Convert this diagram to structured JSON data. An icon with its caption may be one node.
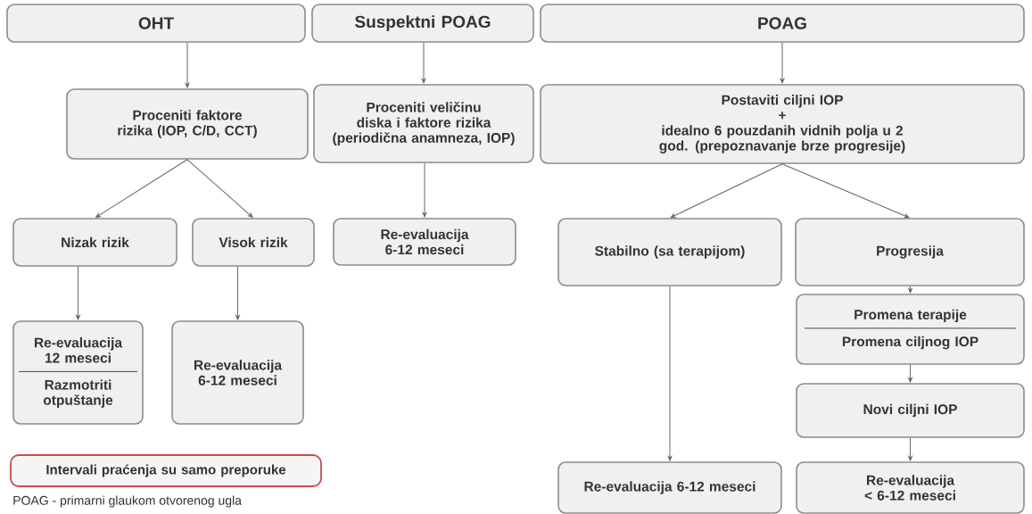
{
  "diagram": {
    "nodes": [
      {
        "text": [
          "OHT"
        ]
      },
      {
        "text": [
          "Suspektni POAG"
        ]
      },
      {
        "text": [
          "POAG"
        ]
      },
      {
        "text": [
          "Proceniti faktore rizika (IOP, C/D, CCT)"
        ]
      },
      {
        "text": [
          "Proceniti veličinu diska i faktore rizika (periodična anamneza, IOP)"
        ]
      },
      {
        "text": [
          "Postaviti ciljni IOP",
          "+",
          "idealno 6 pouzdanih vidnih polja u 2 god. (prepoznavanje brze progresije)"
        ]
      },
      {
        "text": [
          "Nizak rizik"
        ]
      },
      {
        "text": [
          "Visok rizik"
        ]
      },
      {
        "text": [
          "Re-evaluacija 6-12 meseci"
        ]
      },
      {
        "text": [
          "Stabilno (sa terapijom)"
        ]
      },
      {
        "text": [
          "Progresija"
        ]
      },
      {
        "text": [
          "Re-evaluacija 12 meseci",
          "Razmotriti otpuštanje"
        ]
      },
      {
        "text": [
          "Re-evaluacija 6-12 meseci"
        ]
      },
      {
        "text": [
          "Promena terapije",
          "Promena ciljnog IOP"
        ]
      },
      {
        "text": [
          "Novi ciljni IOP"
        ]
      },
      {
        "text": [
          "Re-evaluacija 6-12 meseci"
        ]
      },
      {
        "text": [
          "Re-evaluacija < 6-12 meseci"
        ]
      },
      {
        "text": [
          "Intervali praćenja su samo preporuke"
        ]
      }
    ],
    "edges": [
      {
        "from": 0,
        "to": 3,
        "arrow": "to"
      },
      {
        "from": 1,
        "to": 4,
        "arrow": "to"
      },
      {
        "from": 2,
        "to": 5,
        "arrow": "to"
      },
      {
        "from": 3,
        "to": 6,
        "arrow": "to"
      },
      {
        "from": 3,
        "to": 7,
        "arrow": "to"
      },
      {
        "from": 4,
        "to": 8,
        "arrow": "to"
      },
      {
        "from": 5,
        "to": 9,
        "arrow": "to"
      },
      {
        "from": 5,
        "to": 10,
        "arrow": "to"
      },
      {
        "from": 6,
        "to": 11,
        "arrow": "to"
      },
      {
        "from": 7,
        "to": 12,
        "arrow": "to"
      },
      {
        "from": 9,
        "to": 15,
        "arrow": "to"
      },
      {
        "from": 10,
        "to": 13,
        "arrow": "to"
      },
      {
        "from": 13,
        "to": 14,
        "arrow": "to"
      },
      {
        "from": 14,
        "to": 16,
        "arrow": "to"
      }
    ],
    "labels": [
      "POAG - primarni glaukom otvorenog ugla"
    ]
  }
}
